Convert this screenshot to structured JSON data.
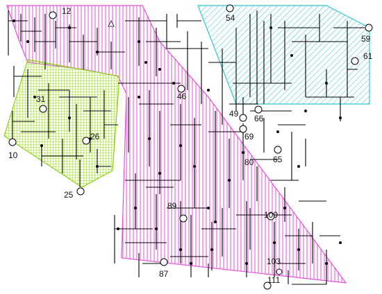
{
  "diagram": {
    "regions": [
      {
        "id": "region-magenta",
        "color": "#e64fd8",
        "hatch": "vertical"
      },
      {
        "id": "region-green",
        "color": "#8ccf1a",
        "hatch": "grid"
      },
      {
        "id": "region-cyan",
        "color": "#2ec6d6",
        "hatch": "diagonal"
      }
    ],
    "labels": [
      {
        "id": "bus-12",
        "text": "12"
      },
      {
        "id": "bus-54",
        "text": "54"
      },
      {
        "id": "bus-59",
        "text": "59"
      },
      {
        "id": "bus-61",
        "text": "61"
      },
      {
        "id": "bus-31",
        "text": "31"
      },
      {
        "id": "bus-46",
        "text": "46"
      },
      {
        "id": "bus-49",
        "text": "49"
      },
      {
        "id": "bus-66",
        "text": "66"
      },
      {
        "id": "bus-69",
        "text": "69"
      },
      {
        "id": "bus-26",
        "text": "26"
      },
      {
        "id": "bus-10",
        "text": "10"
      },
      {
        "id": "bus-65",
        "text": "65"
      },
      {
        "id": "bus-80",
        "text": "80"
      },
      {
        "id": "bus-25",
        "text": "25"
      },
      {
        "id": "bus-89",
        "text": "89"
      },
      {
        "id": "bus-100",
        "text": "100"
      },
      {
        "id": "bus-103",
        "text": "103"
      },
      {
        "id": "bus-87",
        "text": "87"
      },
      {
        "id": "bus-111",
        "text": "111"
      }
    ],
    "line_color": "#000000"
  }
}
